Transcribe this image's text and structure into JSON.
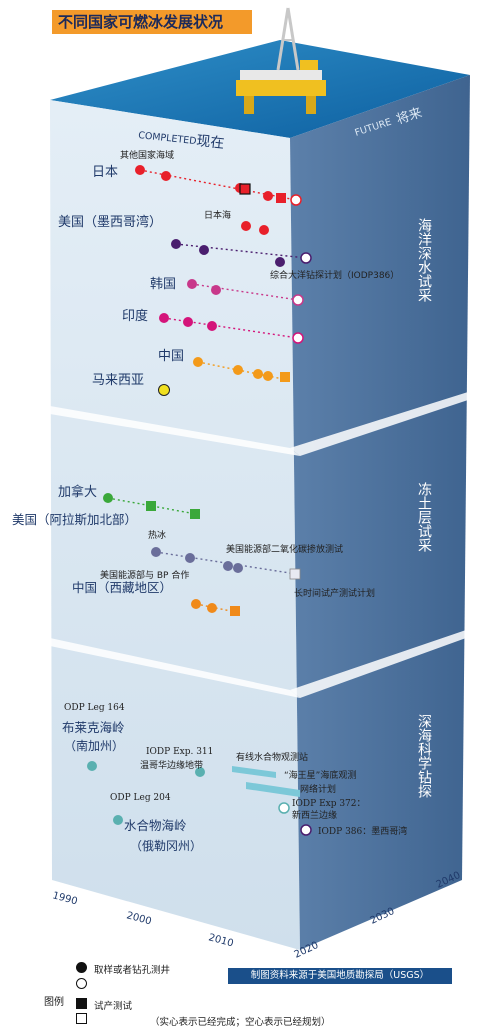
{
  "title": "不同国家可燃冰发展状况",
  "header": {
    "completed_en": "COMPLETED",
    "completed_cn": "现在",
    "future_en": "FUTURE",
    "future_cn": "将来"
  },
  "sections": [
    {
      "label": "海洋深水试采"
    },
    {
      "label": "冻土层试采"
    },
    {
      "label": "深海科学钻探"
    }
  ],
  "countries": {
    "japan": "日本",
    "usa_mexico": "美国（墨西哥湾）",
    "korea": "韩国",
    "india": "印度",
    "china": "中国",
    "malaysia": "马来西亚",
    "canada": "加拿大",
    "usa_alaska": "美国（阿拉斯加北部）",
    "china_tibet": "中国（西藏地区）",
    "blake": "布莱克海岭",
    "blake2": "（南加州）",
    "hydrate": "水合物海岭",
    "hydrate2": "（俄勒冈州）"
  },
  "annotations": {
    "other_waters": "其他国家海域",
    "japan_sea": "日本海",
    "iodp386": "综合大洋钻探计划（IODP386）",
    "hot_ice": "热冰",
    "doe_bp": "美国能源部与 BP 合作",
    "doe_co2": "美国能源部二氧化碳掺放测试",
    "long_term": "长时间试产测试计划",
    "odp164": "ODP Leg 164",
    "iodp311": "IODP Exp. 311",
    "wenguohua": "温哥华边缘地带",
    "odp204": "ODP Leg 204",
    "cable": "有线水合物观测站",
    "haiwangxing1": "“海王星”海底观测",
    "haiwangxing2": "网络计划",
    "iodp372": "IODP Exp 372：",
    "nz_edge": "新西兰边缘",
    "iodp386_mx": "IODP 386：墨西哥湾"
  },
  "years": [
    "1990",
    "2000",
    "2010",
    "2020",
    "2030",
    "2040"
  ],
  "legend": {
    "title": "图例",
    "item1": "取样或者钻孔测井",
    "item2": "试产测试",
    "note": "（实心表示已经完成；空心表示已经规划）"
  },
  "source": "制图资料来源于美国地质勘探局（USGS）",
  "colors": {
    "japan": "#e8202a",
    "usa_mexico": "#4a1e6e",
    "korea": "#c8388a",
    "india": "#d4147a",
    "china": "#f39a1a",
    "malaysia": "#f0e020",
    "canada": "#3aa83a",
    "usa_alaska": "#6a6e9a",
    "china_tibet": "#f08a1a",
    "science": "#5ab0b0"
  }
}
